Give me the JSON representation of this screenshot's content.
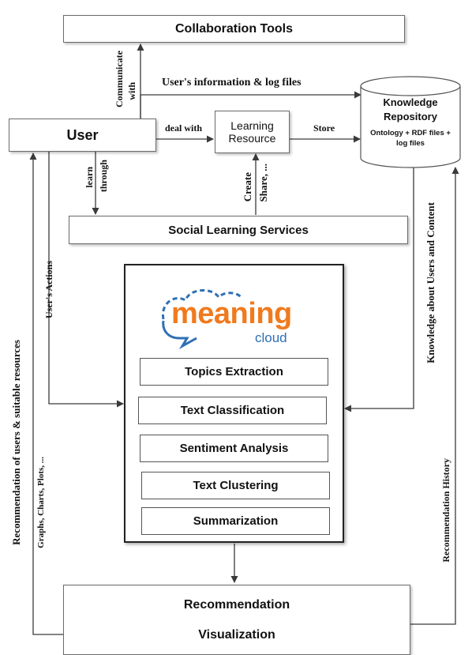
{
  "boxes": {
    "collaboration_tools": "Collaboration Tools",
    "user": "User",
    "learning_resource_line1": "Learning",
    "learning_resource_line2": "Resource",
    "knowledge_repository_line1": "Knowledge",
    "knowledge_repository_line2": "Repository",
    "knowledge_repository_sub_line1": "Ontology + RDF files +",
    "knowledge_repository_sub_line2": "log files",
    "social_learning_services": "Social Learning Services",
    "recommendation": "Recommendation",
    "visualization": "Visualization"
  },
  "meaningcloud": {
    "logo_main": "meaning",
    "logo_sub": "cloud",
    "services": [
      "Topics Extraction",
      "Text Classification",
      "Sentiment Analysis",
      "Text Clustering",
      "Summarization"
    ]
  },
  "edge_labels": {
    "communicate_line1": "Communicate",
    "communicate_line2": "with",
    "users_info": "User's information & log files",
    "deal_with": "deal with",
    "store": "Store",
    "learn_line1": "learn",
    "learn_line2": "through",
    "create_line1": "Create",
    "create_line2": "Share, ...",
    "users_actions": "User's Actions",
    "knowledge_about": "Knowledge about Users and Content",
    "recommendation_history": "Recommendation History",
    "recommendation_users": "Recommendation of users & suitable resources",
    "graphs": "Graphs, Charts, Plots, ..."
  },
  "colors": {
    "logo_orange": "#f07a1e",
    "logo_blue": "#2f6fb5",
    "line": "#3a3a3a"
  }
}
